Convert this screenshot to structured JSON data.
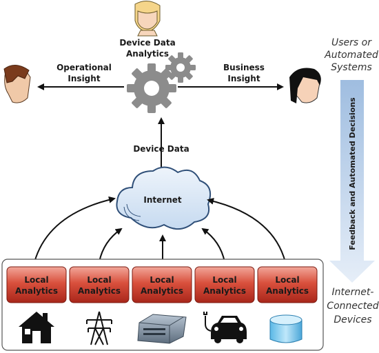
{
  "top": {
    "analytics_label_line1": "Device Data",
    "analytics_label_line2": "Analytics",
    "operational_line1": "Operational",
    "operational_line2": "Insight",
    "business_line1": "Business",
    "business_line2": "Insight",
    "device_data_label": "Device Data"
  },
  "cloud": {
    "label": "Internet"
  },
  "right": {
    "users_line1": "Users or",
    "users_line2": "Automated",
    "users_line3": "Systems",
    "feedback_label": "Feedback and Automated Decisions",
    "devices_line1": "Internet-",
    "devices_line2": "Connected",
    "devices_line3": "Devices"
  },
  "local_boxes": [
    {
      "line1": "Local",
      "line2": "Analytics",
      "device_icon": "house-icon"
    },
    {
      "line1": "Local",
      "line2": "Analytics",
      "device_icon": "power-tower-icon"
    },
    {
      "line1": "Local",
      "line2": "Analytics",
      "device_icon": "server-icon"
    },
    {
      "line1": "Local",
      "line2": "Analytics",
      "device_icon": "electric-car-icon"
    },
    {
      "line1": "Local",
      "line2": "Analytics",
      "device_icon": "storage-cylinder-icon"
    }
  ],
  "colors": {
    "box_red": "#c0392b",
    "arrow_blue": "#b8cfe6",
    "cloud_blue": "#d7e6f5",
    "gear_gray": "#8c8c8c"
  }
}
